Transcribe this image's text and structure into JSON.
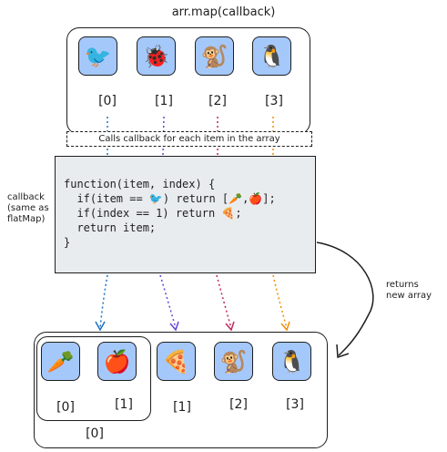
{
  "title": "arr.map(callback)",
  "input_array": {
    "items": [
      {
        "icon": "bird-icon",
        "glyph": "🐦",
        "index_label": "[0]"
      },
      {
        "icon": "ladybug-icon",
        "glyph": "🐞",
        "index_label": "[1]"
      },
      {
        "icon": "monkey-icon",
        "glyph": "🐒",
        "index_label": "[2]"
      },
      {
        "icon": "penguin-icon",
        "glyph": "🐧",
        "index_label": "[3]"
      }
    ]
  },
  "calls_note": "Calls callback for each item in the array",
  "callback_label": [
    "callback",
    "(same as",
    "flatMap)"
  ],
  "code": {
    "line1": "function(item, index) {",
    "line2_a": "  if(item == ",
    "line2_emoji": "🐦",
    "line2_b": ") return [",
    "line2_emoji2": "🥕",
    "line2_c": ",",
    "line2_emoji3": "🍎",
    "line2_d": "];",
    "line3_a": "  if(index == 1) return ",
    "line3_emoji": "🍕",
    "line3_b": ";",
    "line4": "  return item;",
    "line5": "}"
  },
  "returns_label": [
    "returns",
    "new array"
  ],
  "output_array": {
    "nested": {
      "items": [
        {
          "icon": "carrot-icon",
          "glyph": "🥕",
          "index_label": "[0]"
        },
        {
          "icon": "apple-icon",
          "glyph": "🍎",
          "index_label": "[1]"
        }
      ],
      "index_label": "[0]"
    },
    "items": [
      {
        "icon": "pizza-icon",
        "glyph": "🍕",
        "index_label": "[1]"
      },
      {
        "icon": "monkey-icon",
        "glyph": "🐒",
        "index_label": "[2]"
      },
      {
        "icon": "penguin-icon",
        "glyph": "🐧",
        "index_label": "[3]"
      }
    ]
  },
  "colors": {
    "tile_fill": "#a5c8fb",
    "code_fill": "#e9ecef",
    "arrow_blue": "#1971c2",
    "arrow_purple": "#6741d9",
    "arrow_red": "#c2255c",
    "arrow_orange": "#f08c00"
  }
}
